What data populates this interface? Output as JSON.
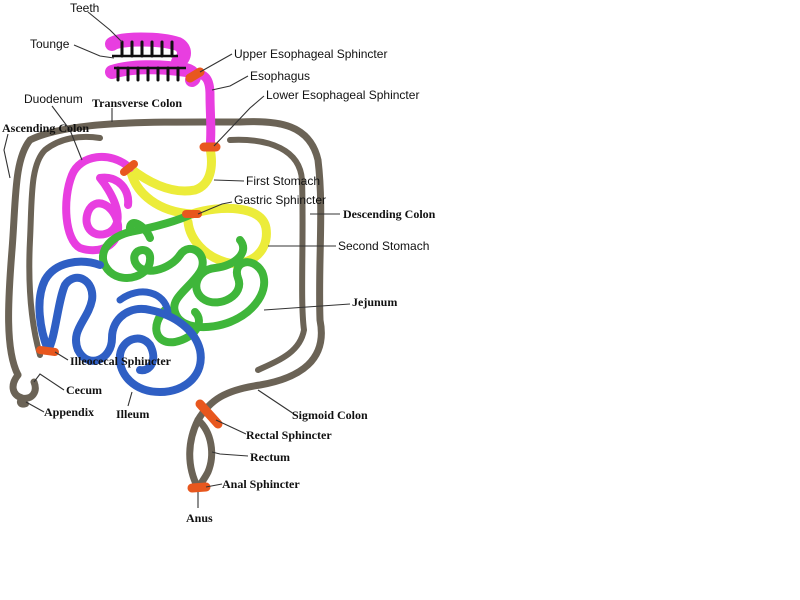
{
  "title": "Digestive system diagram",
  "colors": {
    "mouth": "#e83ee0",
    "esophagus": "#e83ee0",
    "duodenum": "#e83ee0",
    "stomach": "#ecec3a",
    "jejunum": "#3fb63a",
    "ileum": "#2f5fc4",
    "colon": "#6b6356",
    "sphincter": "#e8571e",
    "teeth": "#111111"
  },
  "labels": {
    "teeth": "Teeth",
    "tongue": "Tounge",
    "upper_esophageal_sphincter": "Upper Esophageal Sphincter",
    "esophagus": "Esophagus",
    "lower_esophageal_sphincter": "Lower Esophageal Sphincter",
    "duodenum": "Duodenum",
    "transverse_colon": "Transverse Colon",
    "ascending_colon": "Ascending Colon",
    "first_stomach": "First Stomach",
    "gastric_sphincter": "Gastric Sphincter",
    "descending_colon": "Descending Colon",
    "second_stomach": "Second Stomach",
    "jejunum": "Jejunum",
    "illeocecal_sphincter": "Illeocecal Sphincter",
    "cecum": "Cecum",
    "appendix": "Appendix",
    "ileum": "Illeum",
    "sigmoid_colon": "Sigmoid Colon",
    "rectal_sphincter": "Rectal Sphincter",
    "rectum": "Rectum",
    "anal_sphincter": "Anal Sphincter",
    "anus": "Anus"
  }
}
